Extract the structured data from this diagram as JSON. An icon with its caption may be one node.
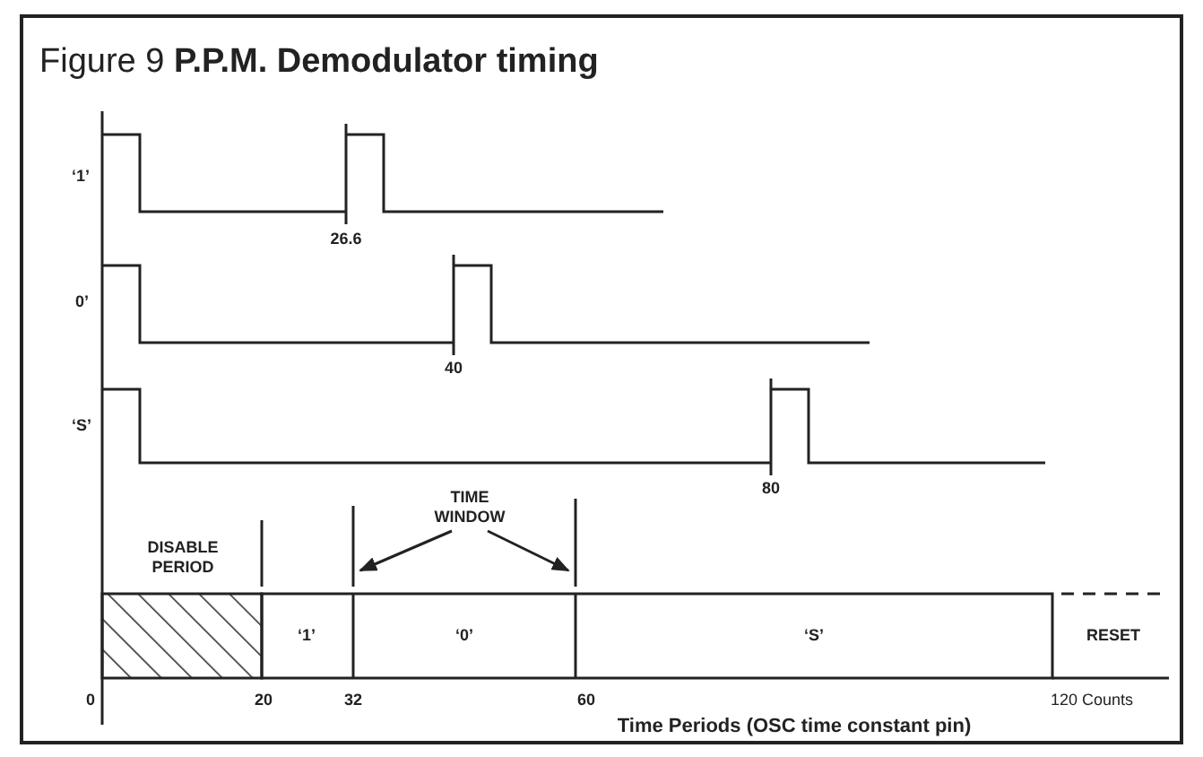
{
  "diagram": {
    "title": "Figure 9 **P.P.M. Demodulator timing**",
    "nodes": [
      {
        "text": [
          "TIME WINDOW"
        ]
      },
      {
        "text": [],
        "shape": "bar"
      },
      {
        "text": [],
        "shape": "bar"
      }
    ],
    "edges": [
      {
        "from": 0,
        "to": 1,
        "arrow": "to"
      },
      {
        "from": 0,
        "to": 2,
        "arrow": "to"
      }
    ],
    "labels": [
      "‘1’",
      "26.6",
      "0’",
      "40",
      "‘S’",
      "80",
      "DISABLE PERIOD",
      "‘1’",
      "‘0’",
      "‘S’",
      "RESET",
      "0",
      "20",
      "32",
      "60",
      "120 Counts",
      "Time Periods (OSC time constant pin)"
    ]
  }
}
